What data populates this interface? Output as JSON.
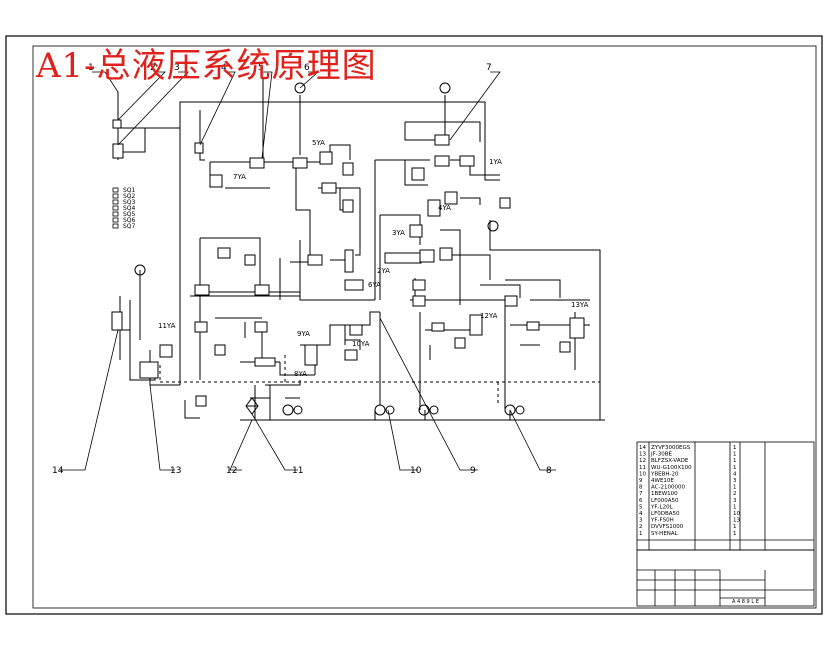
{
  "title": "A1-总液压系统原理图",
  "callouts": [
    "1",
    "2",
    "3",
    "4",
    "5",
    "6",
    "7",
    "8",
    "9",
    "10",
    "11",
    "12",
    "13",
    "14"
  ],
  "valve_labels": [
    "5YA",
    "7YA",
    "6YA",
    "1YA",
    "4YA",
    "3YA",
    "2YA",
    "9YA",
    "8YA",
    "10YA",
    "11YA",
    "12YA",
    "13YA"
  ],
  "switch_labels": [
    "SQ1",
    "SQ2",
    "SQ3",
    "SQ4",
    "SQ5",
    "SQ6",
    "SQ7"
  ],
  "parts_table_rows": [
    {
      "no": "14",
      "code": "ZYVF3000EGS",
      "qty": "1"
    },
    {
      "no": "13",
      "code": "JF-30BE",
      "qty": "1"
    },
    {
      "no": "12",
      "code": "BLFZSX-VADE",
      "qty": "1"
    },
    {
      "no": "11",
      "code": "WU-G100X100",
      "qty": "1"
    },
    {
      "no": "10",
      "code": "YBEBH-20",
      "qty": "4"
    },
    {
      "no": "9",
      "code": "4WE10E",
      "qty": "3"
    },
    {
      "no": "8",
      "code": "AC-2100000",
      "qty": "1"
    },
    {
      "no": "7",
      "code": "1BEW100",
      "qty": "2"
    },
    {
      "no": "6",
      "code": "LF000A50",
      "qty": "3"
    },
    {
      "no": "5",
      "code": "YF-L20L",
      "qty": "1"
    },
    {
      "no": "4",
      "code": "LF0DBA50",
      "qty": "10"
    },
    {
      "no": "3",
      "code": "YF-FS0H",
      "qty": "13"
    },
    {
      "no": "2",
      "code": "DVVFS1000",
      "qty": "1"
    },
    {
      "no": "1",
      "code": "SY-HENAL",
      "qty": "1"
    }
  ],
  "title_block_note": "A 4 8 9 L E",
  "colors": {
    "line": "#000000",
    "title": "#e0201a"
  }
}
